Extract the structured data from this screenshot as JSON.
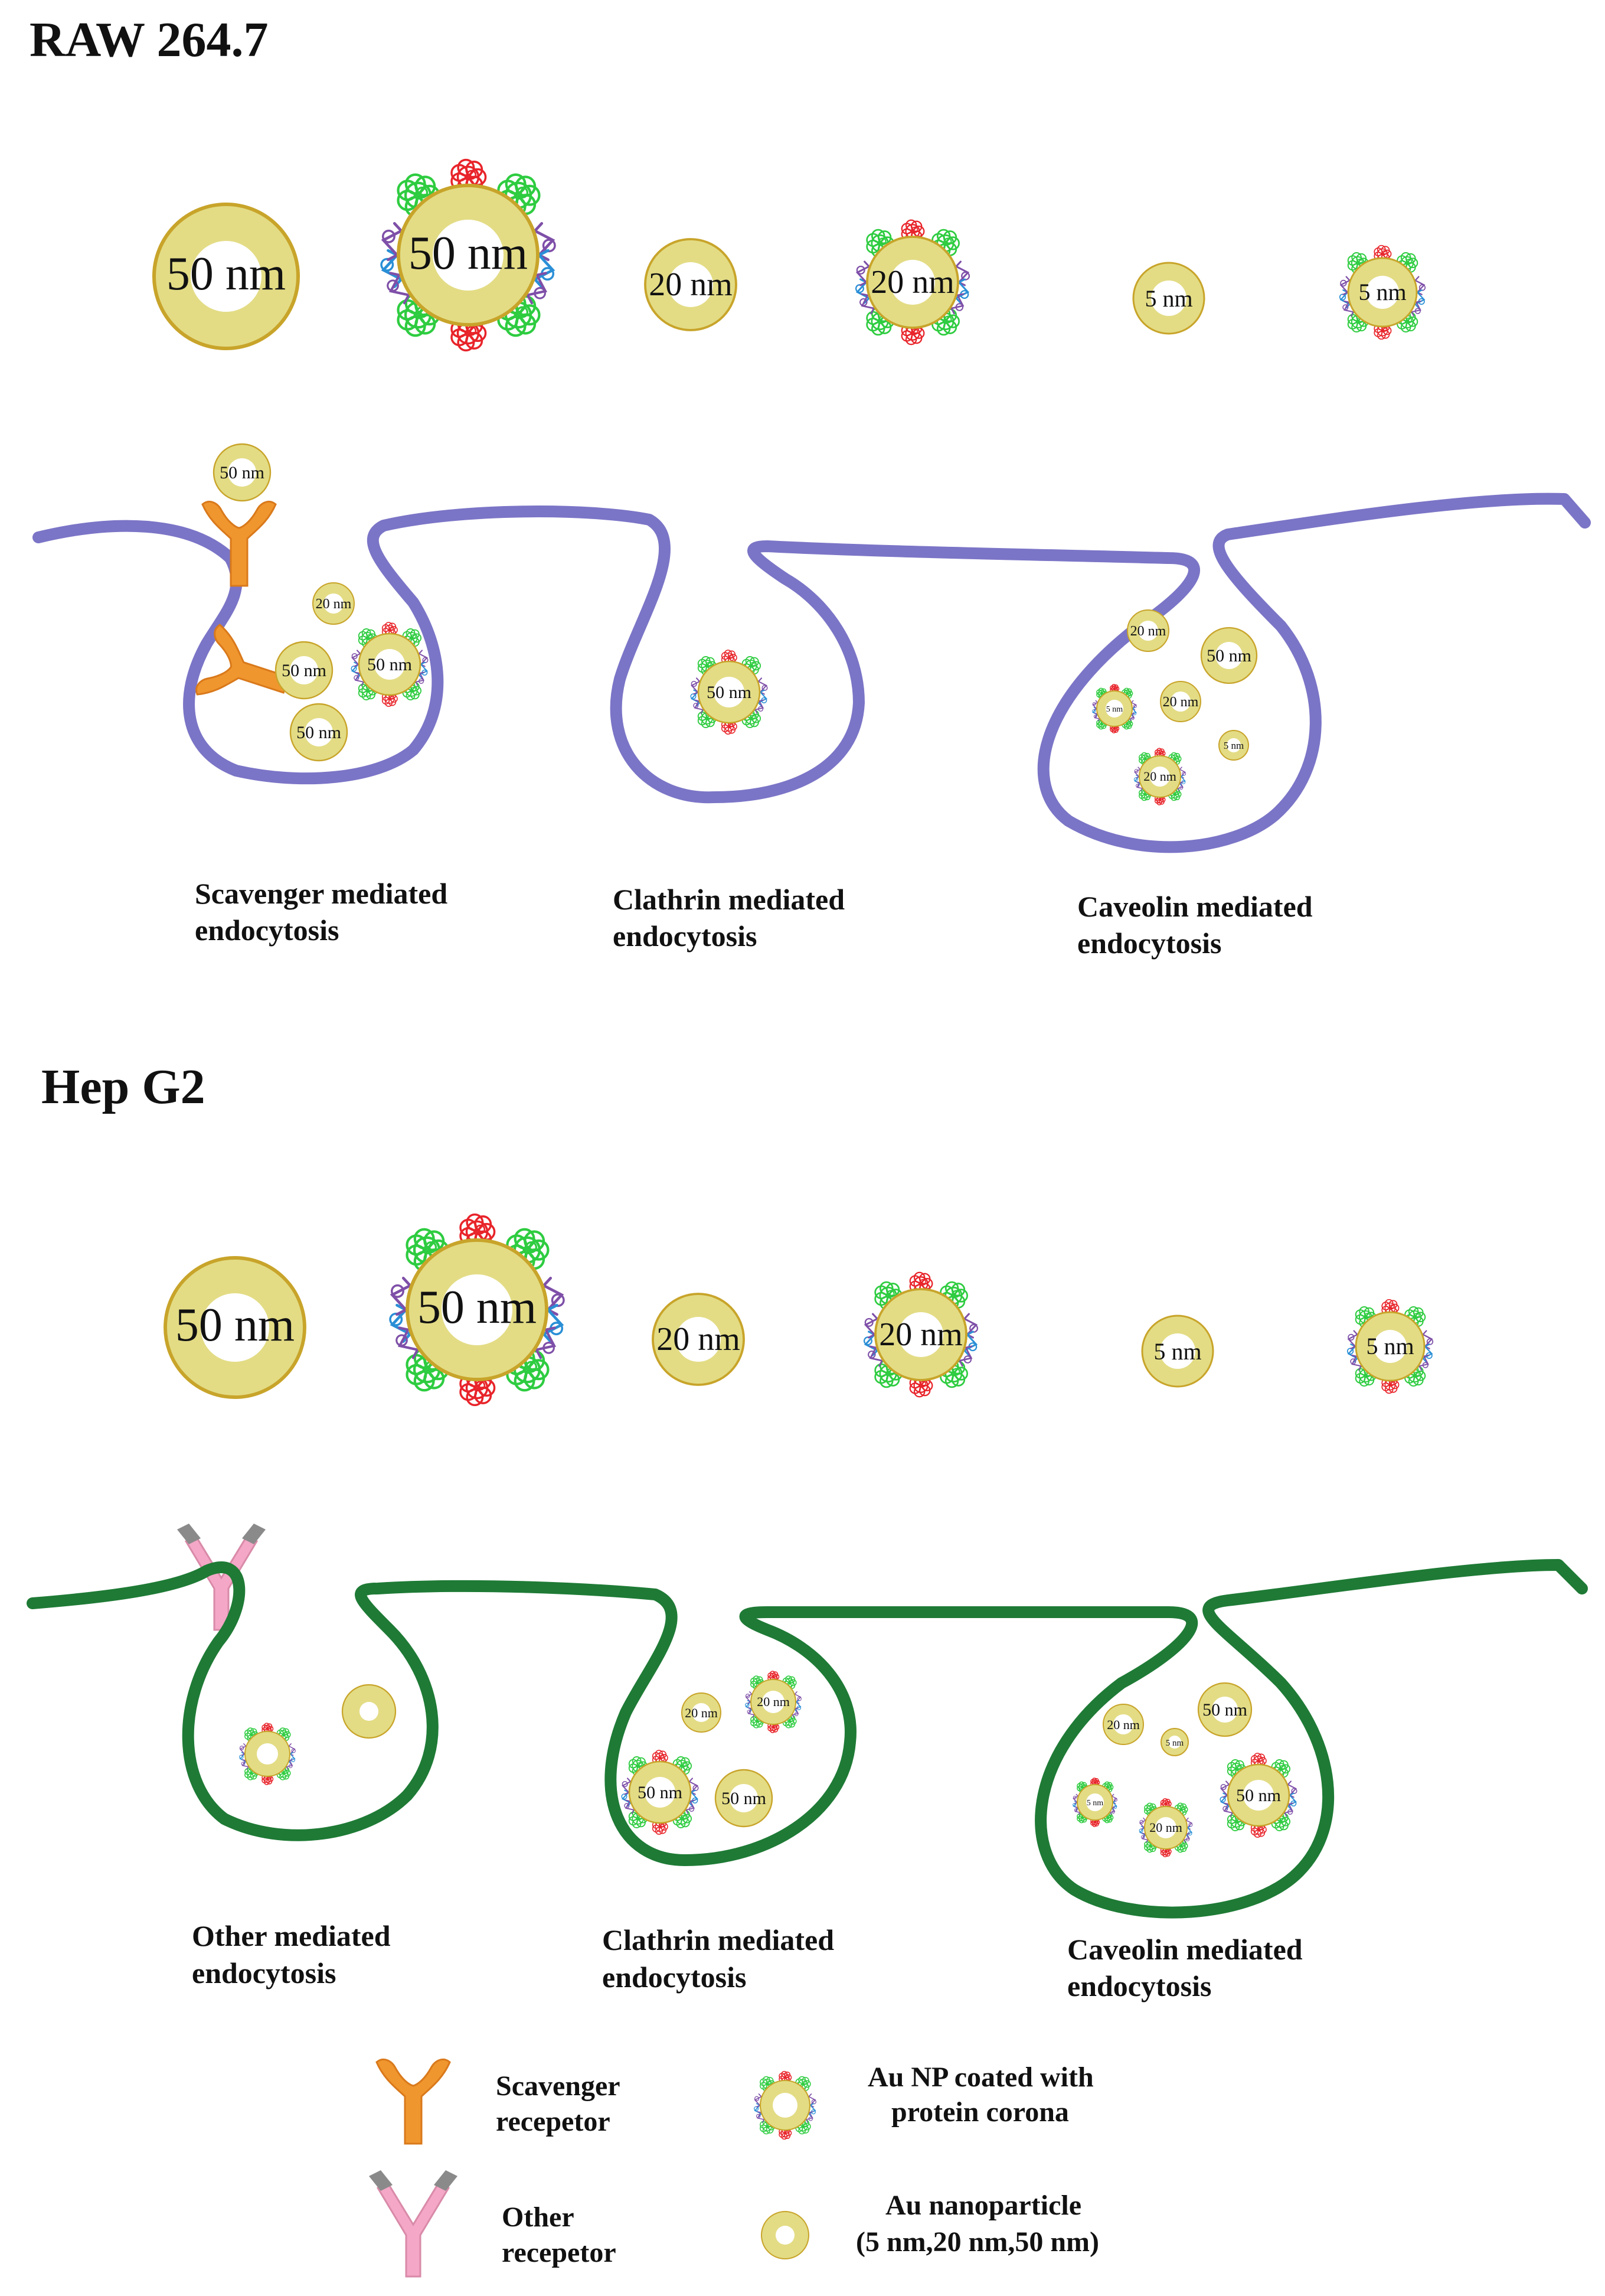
{
  "colors": {
    "particle_fill": "#e3dc85",
    "particle_edge": "#c8a42a",
    "particle_hole": "#ffffff",
    "membrane_raw": "#7b75c7",
    "membrane_hep": "#1e7a35",
    "scavenger_receptor": "#f0962e",
    "other_receptor": "#f4a7c6",
    "other_receptor_tip": "#8a8a8a",
    "corona_green": "#2ecc40",
    "corona_red": "#e8242a",
    "corona_blue": "#2a8fd6",
    "corona_purple": "#7e4fa8"
  },
  "panels": [
    {
      "title": "RAW 264.7",
      "size_row": [
        "50 nm",
        "50 nm",
        "20 nm",
        "20 nm",
        "5 nm",
        "5 nm"
      ],
      "membrane_particles": [
        "50 nm",
        "20 nm",
        "50 nm",
        "50 nm",
        "50 nm",
        "50 nm",
        "20 nm",
        "50 nm",
        "5 nm",
        "20 nm",
        "5 nm",
        "20 nm"
      ],
      "captions": [
        [
          "Scavenger mediated",
          "endocytosis"
        ],
        [
          "Clathrin mediated",
          "endocytosis"
        ],
        [
          "Caveolin mediated",
          "endocytosis"
        ]
      ]
    },
    {
      "title": "Hep G2",
      "size_row": [
        "50 nm",
        "50 nm",
        "20 nm",
        "20 nm",
        "5 nm",
        "5 nm"
      ],
      "membrane_particles": [
        "20 nm",
        "20 nm",
        "50 nm",
        "50 nm",
        "20 nm",
        "50 nm",
        "5 nm",
        "5 nm",
        "20 nm",
        "50 nm"
      ],
      "captions": [
        [
          "Other mediated",
          "endocytosis"
        ],
        [
          "Clathrin mediated",
          "endocytosis"
        ],
        [
          "Caveolin mediated",
          "endocytosis"
        ]
      ]
    }
  ],
  "legend": {
    "scavenger": [
      "Scavenger",
      "recepetor"
    ],
    "other": [
      "Other",
      "recepetor"
    ],
    "coated": [
      "Au NP coated with",
      "protein corona"
    ],
    "bare": [
      "Au nanoparticle",
      "(5 nm,20 nm,50 nm)"
    ]
  }
}
